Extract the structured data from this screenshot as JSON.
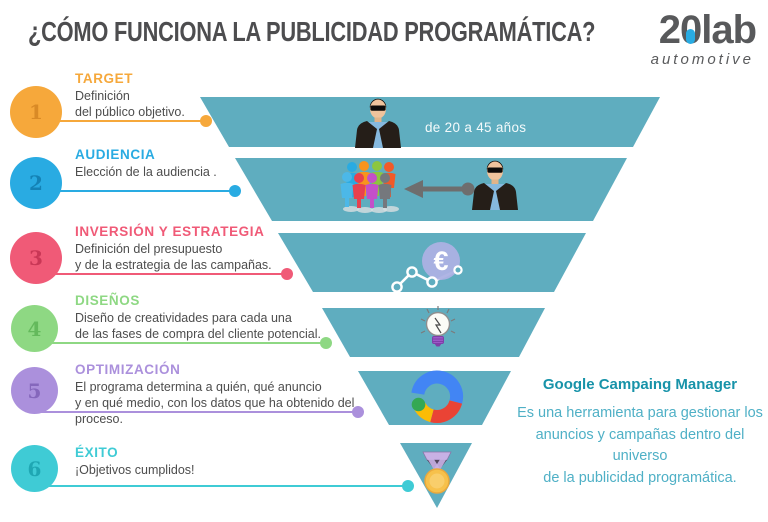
{
  "header": {
    "title": "¿CÓMO FUNCIONA LA PUBLICIDAD PROGRAMÁTICA?",
    "logo": {
      "digit_2": "2",
      "digit_0": "0",
      "word": "lab",
      "tagline": "automotive",
      "accent_color": "#29ABE2",
      "text_color": "#58595B"
    }
  },
  "steps": [
    {
      "number": "1",
      "title": "TARGET",
      "lines": [
        "Definición",
        "del público objetivo."
      ],
      "color": "#F6A83B",
      "number_color": "#D98A26"
    },
    {
      "number": "2",
      "title": "AUDIENCIA",
      "lines": [
        "Elección de la audiencia ."
      ],
      "color": "#29ABE2",
      "number_color": "#1482B5"
    },
    {
      "number": "3",
      "title": "INVERSIÓN Y ESTRATEGIA",
      "lines": [
        "Definición del presupuesto",
        "y de la estrategia de las campañas."
      ],
      "color": "#F05A77",
      "number_color": "#C93756"
    },
    {
      "number": "4",
      "title": "DISEÑOS",
      "lines": [
        "Diseño de creatividades para cada una",
        "de las fases de compra del cliente potencial."
      ],
      "color": "#8ED883",
      "number_color": "#64B95C"
    },
    {
      "number": "5",
      "title": "OPTIMIZACIÓN",
      "lines": [
        "El programa determina a quién, qué anuncio",
        "y en qué medio, con los datos que ha obtenido del proceso."
      ],
      "color": "#AB90DC",
      "number_color": "#8567BC"
    },
    {
      "number": "6",
      "title": "ÉXITO",
      "lines": [
        "¡Objetivos cumplidos!"
      ],
      "color": "#3FCBD5",
      "number_color": "#1FA7B3"
    }
  ],
  "funnel": {
    "color": "#5FADBF",
    "band1_label": "de 20 a 45 años",
    "euro_symbol": "€",
    "icons": [
      "man-sunglasses-icon",
      "audience-crowd-arrow-icon",
      "euro-growth-chart-icon",
      "lightbulb-icon",
      "google-campaign-manager-icon",
      "medal-icon"
    ]
  },
  "note": {
    "title": "Google Campaing Manager",
    "lines": [
      "Es una herramienta para gestionar los",
      "anuncios y campañas dentro del universo",
      "de la publicidad programática."
    ],
    "title_color": "#1793A9",
    "text_color": "#4FB0C6"
  }
}
